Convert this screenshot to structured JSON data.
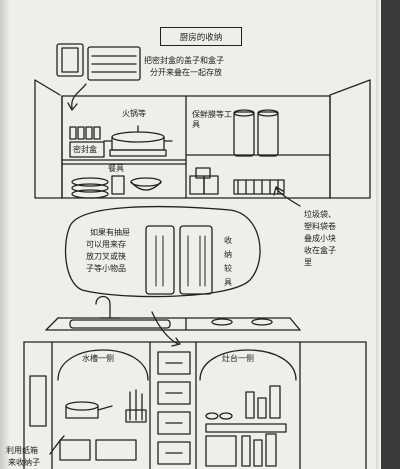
{
  "title": "厨房的收纳",
  "notes": {
    "lids_line1": "把密封盒的盖子和盒子",
    "lids_line2": "分开来叠在一起存放",
    "garbage_bag": [
      "垃圾袋、",
      "塑料袋卷",
      "叠成小块",
      "收在盒子",
      "里"
    ],
    "drawer_tip": [
      "如果有抽屉",
      "可以用来存",
      "放刀叉或筷",
      "子等小物品"
    ],
    "side_chars": [
      "收",
      "纳",
      "较",
      "具"
    ],
    "bottom_left": [
      "利用纸箱",
      "来收纳子"
    ]
  },
  "labels": {
    "pots": "火锅等",
    "wraps": "保鲜膜等工具",
    "sealed_box": "密封盒",
    "dishes": "餐具",
    "sink_side": "水槽一侧",
    "stove_side": "灶台一侧"
  }
}
